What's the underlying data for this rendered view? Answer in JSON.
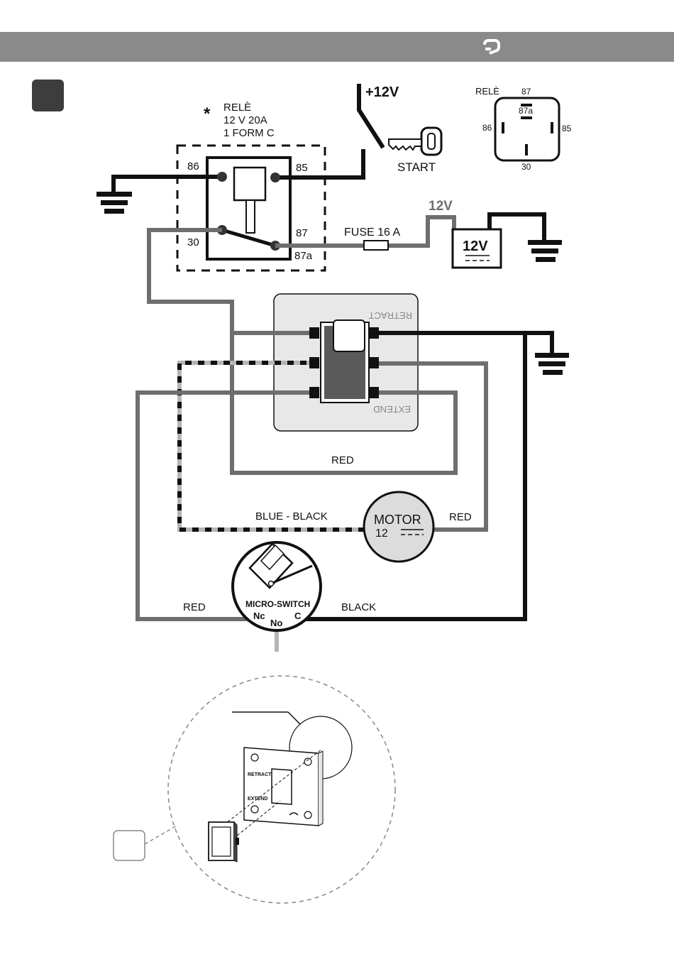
{
  "colors": {
    "header": "#8a8a8a",
    "wire_gray": "#6e6e6e",
    "wire_light": "#b5b5b5",
    "wire_black": "#111111",
    "panel": "#e8e8e8",
    "motor": "#dcdcdc",
    "step_badge": "#3d3d3d"
  },
  "relay_note": {
    "asterisk": "*",
    "line1": "RELÈ",
    "line2": "12 V  20A",
    "line3": "1 FORM C"
  },
  "relay_pins": {
    "p86": "86",
    "p85": "85",
    "p30": "30",
    "p87": "87",
    "p87a": "87a"
  },
  "ignition": {
    "voltage": "+12V",
    "start": "START"
  },
  "fuse": "FUSE 16 A",
  "battery": {
    "wire_label": "12V",
    "label": "12V"
  },
  "relay_pinout": {
    "title": "RELÈ",
    "p87": "87",
    "p87a": "87a",
    "p86": "86",
    "p85": "85",
    "p30": "30"
  },
  "switch_panel": {
    "retract": "RETRACT",
    "extend": "EXTEND"
  },
  "wires": {
    "red_top": "RED",
    "blue_black": "BLUE - BLACK",
    "red_right": "RED",
    "red_left": "RED",
    "black": "BLACK"
  },
  "motor": {
    "label": "MOTOR",
    "voltage": "12"
  },
  "micro_switch": {
    "label": "MICRO-SWITCH",
    "nc": "Nc",
    "no": "No",
    "c": "C"
  },
  "detail_panel": {
    "retract": "RETRACT",
    "extend": "EXTEND"
  }
}
